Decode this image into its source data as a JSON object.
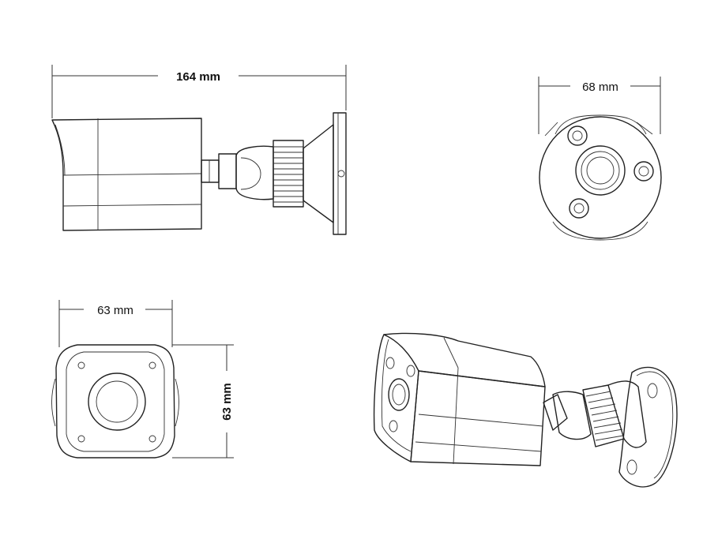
{
  "dimensions": {
    "length": "164 mm",
    "front_diameter": "68 mm",
    "rear_width": "63 mm",
    "rear_height": "63 mm"
  },
  "colors": {
    "line": "#222222",
    "background": "#ffffff"
  }
}
